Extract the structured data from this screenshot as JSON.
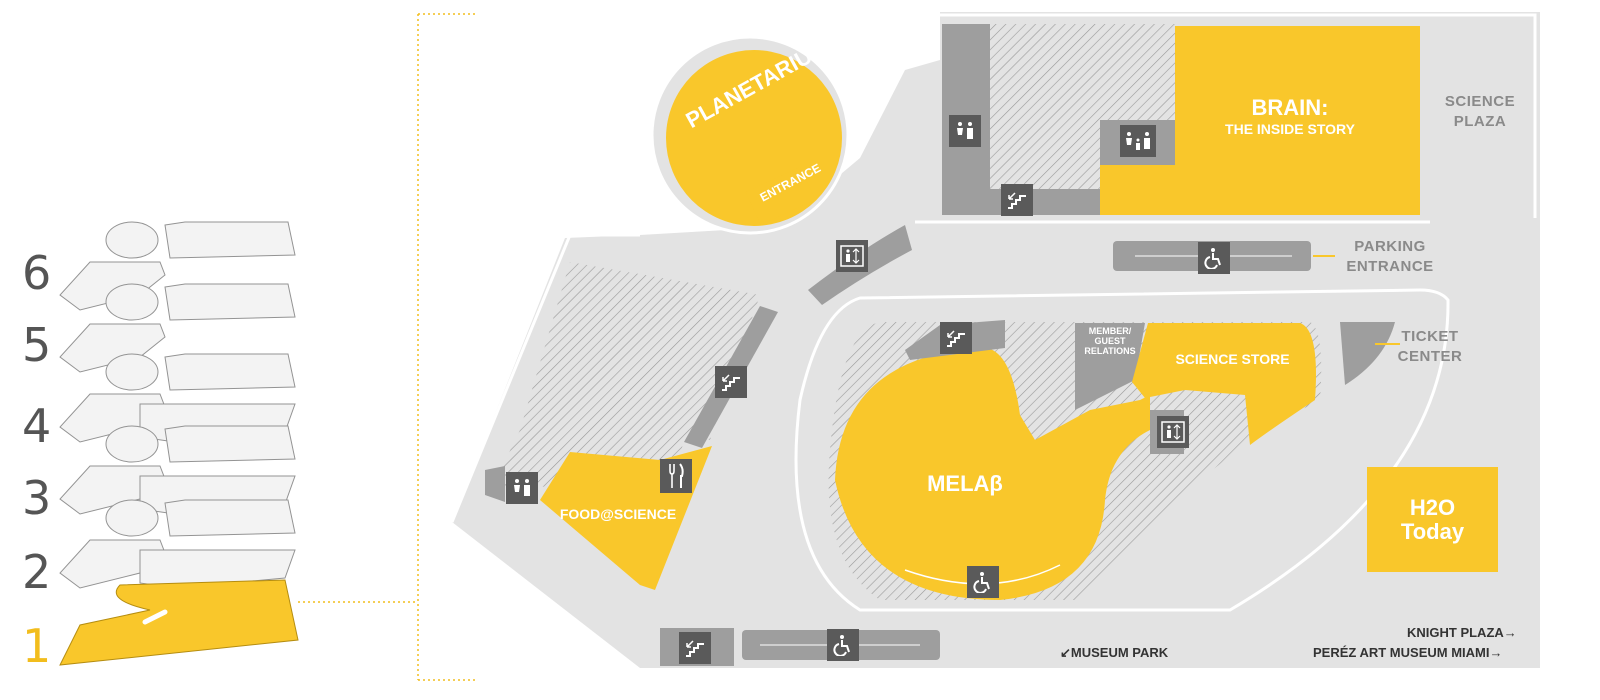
{
  "levels": [
    {
      "label": "6",
      "active": false
    },
    {
      "label": "5",
      "active": false
    },
    {
      "label": "4",
      "active": false
    },
    {
      "label": "3",
      "active": false
    },
    {
      "label": "2",
      "active": false
    },
    {
      "label": "1",
      "active": true
    }
  ],
  "colors": {
    "highlight": "#f9c72b",
    "background": "#e3e3e3",
    "corridor": "#9e9e9e",
    "icon_bg": "#5a5a5a",
    "level_active": "#f2bd1d"
  },
  "map": {
    "planetarium": "PLANETARIUM",
    "planetarium_entrance": "ENTRANCE",
    "brain_title": "BRAIN:",
    "brain_subtitle": "THE INSIDE STORY",
    "science_plaza": "SCIENCE\nPLAZA",
    "parking_entrance": "PARKING\nENTRANCE",
    "ticket_center": "TICKET\nCENTER",
    "member_guest": "MEMBER/\nGUEST\nRELATIONS",
    "science_store": "SCIENCE STORE",
    "melab": "MELAβ",
    "food": "FOOD@SCIENCE",
    "h2o": "H2O\nToday",
    "museum_park": "MUSEUM PARK",
    "knight_plaza": "KNIGHT PLAZA",
    "perez": "PERÉZ ART MUSEUM MIAMI"
  },
  "icons": [
    {
      "name": "restroom-icon",
      "type": "restroom"
    },
    {
      "name": "family-restroom-icon",
      "type": "family"
    },
    {
      "name": "stairs-icon",
      "type": "stairs"
    },
    {
      "name": "elevator-icon",
      "type": "elevator"
    },
    {
      "name": "accessible-icon",
      "type": "accessible"
    },
    {
      "name": "dining-icon",
      "type": "dining"
    }
  ]
}
